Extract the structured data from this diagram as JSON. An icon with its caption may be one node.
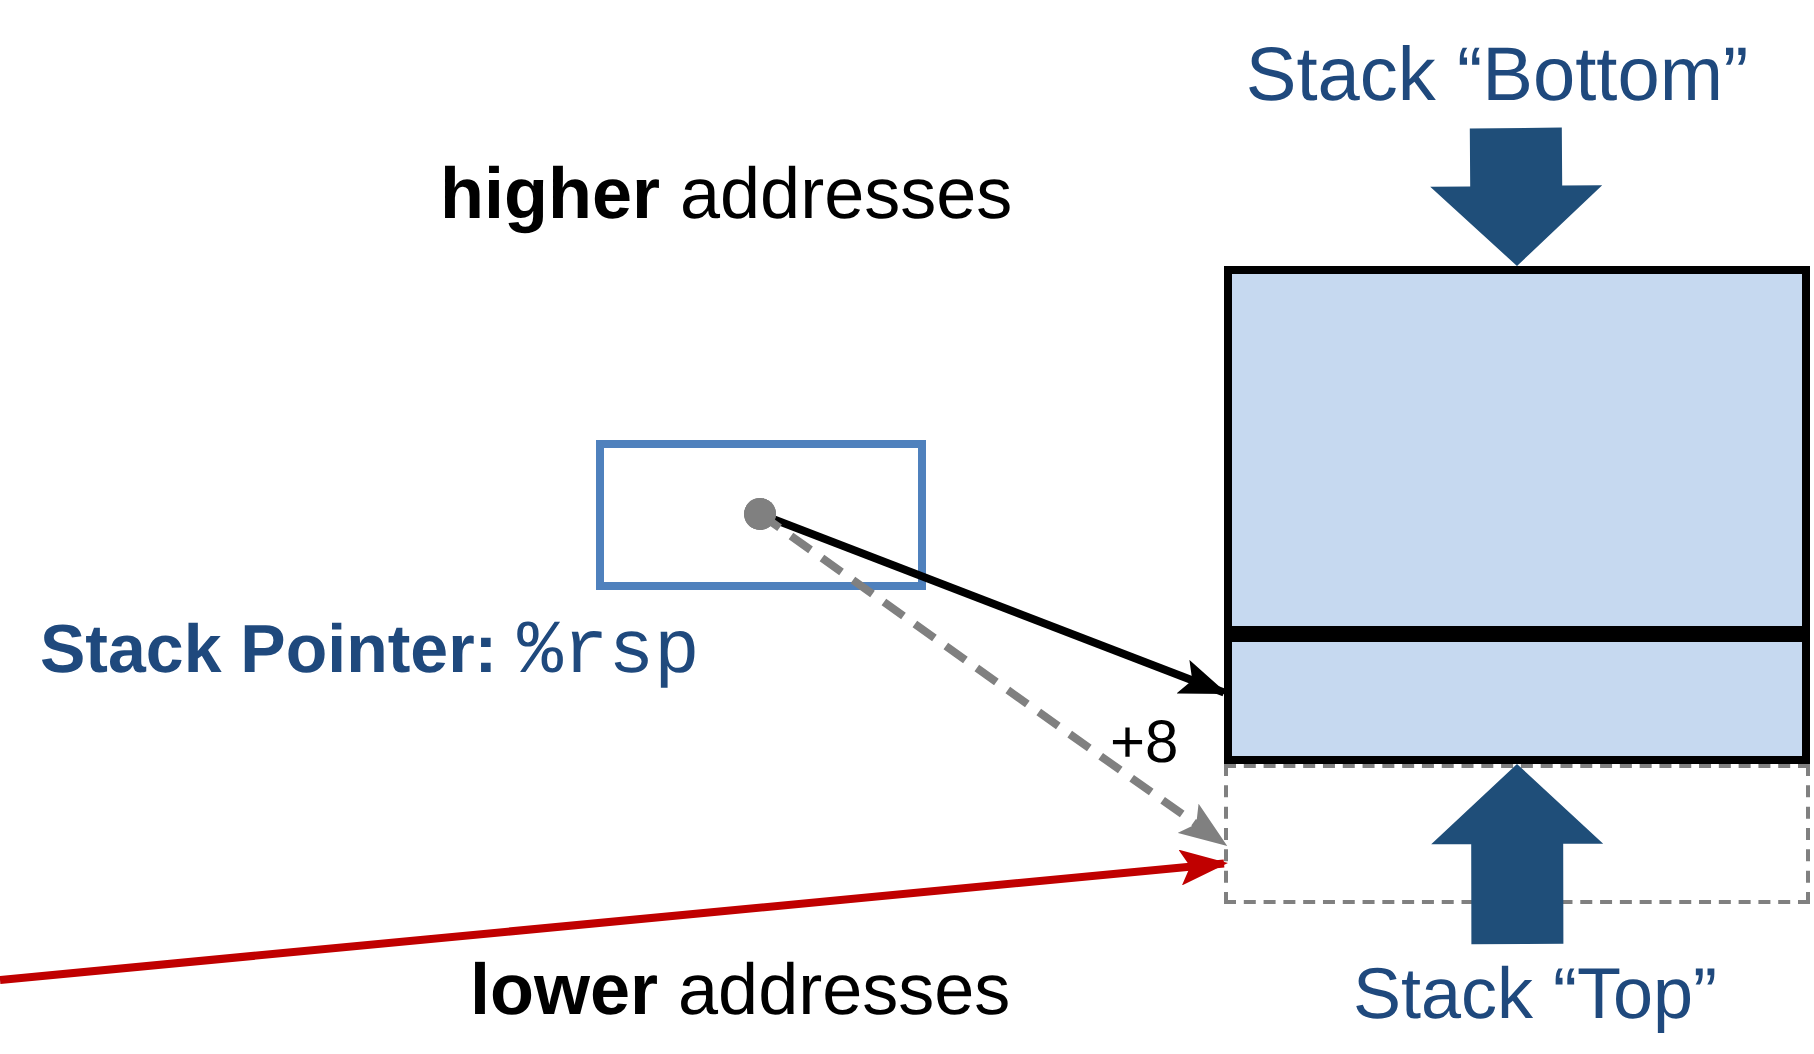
{
  "diagram": {
    "nodes": [
      {
        "text": [
          "Stack “Bottom”"
        ]
      },
      {
        "text": [],
        "shape": "box"
      },
      {
        "text": [],
        "shape": "box"
      },
      {
        "text": [],
        "shape": "box"
      },
      {
        "text": [],
        "shape": "box",
        "beside": [
          "Stack Pointer:",
          "%rsp"
        ]
      },
      {
        "text": [
          "Stack “Top”"
        ]
      }
    ],
    "edges": [
      {
        "from": 0,
        "to": 1,
        "arrow": "to",
        "style": "thick",
        "color": "#1f4e79"
      },
      {
        "from": 4,
        "to": 2,
        "arrow": "to"
      },
      {
        "from": 4,
        "to": 3,
        "arrow": "to",
        "style": "dashed",
        "color": "#808080"
      },
      {
        "from": null,
        "to": 3,
        "arrow": "to",
        "color": "#c00000"
      },
      {
        "from": 5,
        "to": 2,
        "arrow": "to",
        "style": "thick",
        "color": "#1f4e79"
      }
    ],
    "labels": [
      "**higher** addresses",
      "+8",
      "**lower** addresses"
    ]
  }
}
